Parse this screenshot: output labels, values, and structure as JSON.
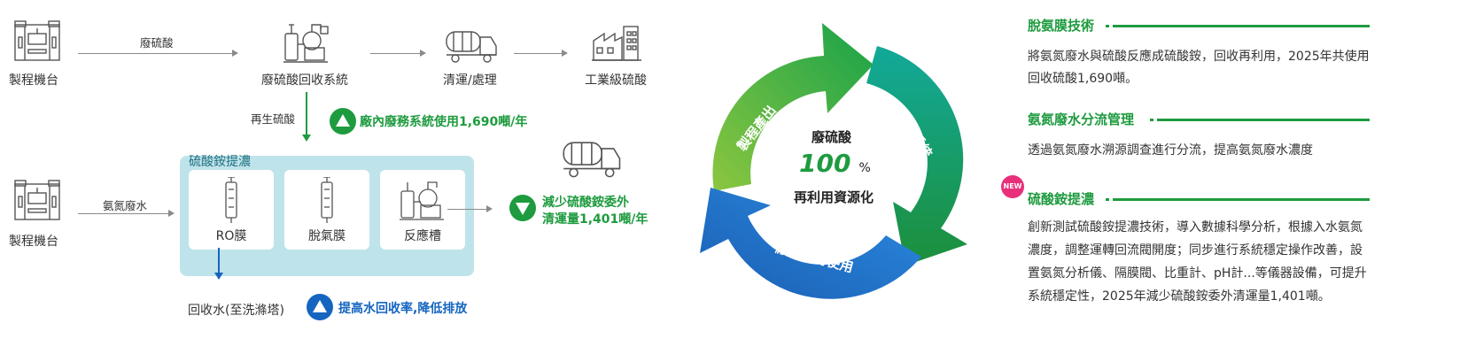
{
  "process": {
    "machine_top_label": "製程機台",
    "machine_bottom_label": "製程機台",
    "waste_acid_flow": "廢硫酸",
    "recovery_system": "廢硫酸回收系統",
    "transport": "清運/處理",
    "industrial_acid": "工業級硫酸",
    "regen_acid": "再生硫酸",
    "plant_use_note": "廠內廢務系統使用1,690噸/年",
    "ammonia_water": "氨氮廢水",
    "conc_title": "硫酸銨提濃",
    "units": [
      "RO膜",
      "脫氣膜",
      "反應槽"
    ],
    "reduction_line1": "減少硫酸銨委外",
    "reduction_line2": "清運量1,401噸/年",
    "recycled_water": "回收水(至洗滌塔)",
    "water_note": "提高水回收率,降低排放"
  },
  "cycle": {
    "segments": [
      "製程產出",
      "回收系統",
      "廠區內再使用"
    ],
    "center_top": "廢硫酸",
    "center_value": "100",
    "center_unit": "%",
    "center_bottom": "再利用資源化",
    "colors": {
      "green_dark": "#1e9b3f",
      "green_light": "#7cc242",
      "teal": "#10a59a",
      "blue": "#1f6fc5",
      "blue_light": "#3aa3e0"
    }
  },
  "sections": [
    {
      "title": "脫氨膜技術",
      "text": "將氨氮廢水與硫酸反應成硫酸銨，回收再利用，2025年共使用回收硫酸1,690噸。",
      "badge": ""
    },
    {
      "title": "氨氮廢水分流管理",
      "text": "透過氨氮廢水溯源調查進行分流，提高氨氮廢水濃度",
      "badge": ""
    },
    {
      "title": "硫酸銨提濃",
      "text": "創新測試硫酸銨提濃技術，導入數據科學分析，根據入水氨氮濃度，調整運轉回流閥開度；同步進行系統穩定操作改善，設置氨氮分析儀、隔膜閥、比重計、pH計...等儀器設備，可提升系統穩定性，2025年減少硫酸銨委外清運量1,401噸。",
      "badge": "NEW"
    }
  ]
}
